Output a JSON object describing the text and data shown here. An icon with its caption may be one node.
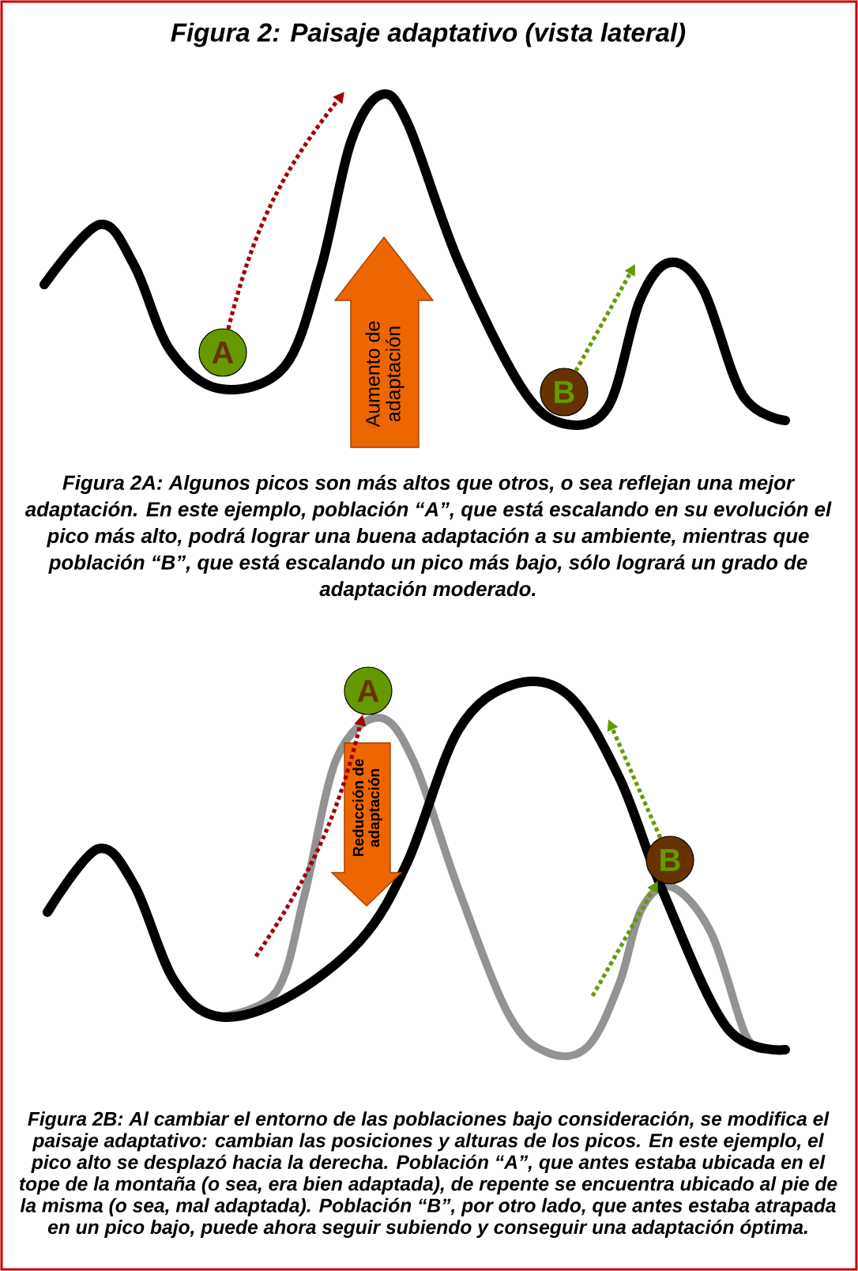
{
  "diagram": {
    "title": "Figura 2:  Paisaje adaptativo (vista lateral)",
    "nodes": [
      {
        "text": [
          "A"
        ]
      },
      {
        "text": [
          "B"
        ]
      },
      {
        "text": [
          "Aumento de adaptación"
        ]
      },
      {
        "text": [
          "A"
        ]
      },
      {
        "text": [
          "Reducción de adaptación"
        ]
      },
      {
        "text": [
          "B"
        ]
      }
    ],
    "edges": [
      {
        "from": 0,
        "to": null,
        "arrow": "to",
        "style": "dashed",
        "color": "#a00000"
      },
      {
        "from": 1,
        "to": null,
        "arrow": "to",
        "style": "dashed",
        "color": "#669900"
      },
      {
        "from": null,
        "to": 3,
        "arrow": "to",
        "style": "dashed",
        "color": "#a00000"
      },
      {
        "from": null,
        "to": 5,
        "arrow": "to",
        "style": "dashed",
        "color": "#669900"
      },
      {
        "from": 5,
        "to": null,
        "arrow": "to",
        "style": "dashed",
        "color": "#669900"
      }
    ],
    "labels": [
      "Figura 2A:  Algunos picos son más altos que otros, o sea reflejan una mejor adaptación. En este ejemplo, población “A”, que está escalando en su evolución el pico más alto, podrá lograr una buena adaptación a su ambiente, mientras que población “B”, que está escalando un pico más bajo, sólo logrará un grado de adaptación moderado.",
      "Figura 2B:  Al cambiar el entorno de las poblaciones bajo consideración, se modifica el paisaje adaptativo: cambian las posiciones y alturas de los picos. En este ejemplo, el pico alto se desplazó hacia la derecha. Población “A”, que antes estaba ubicada en el tope de la montaña (o sea, era bien adaptada), de repente se encuentra ubicado al pie de la misma (o sea, mal adaptada). Población “B”, por otro lado, que antes estaba atrapada en un pico bajo, puede ahora seguir subiendo y conseguir una adaptación óptima."
    ]
  }
}
